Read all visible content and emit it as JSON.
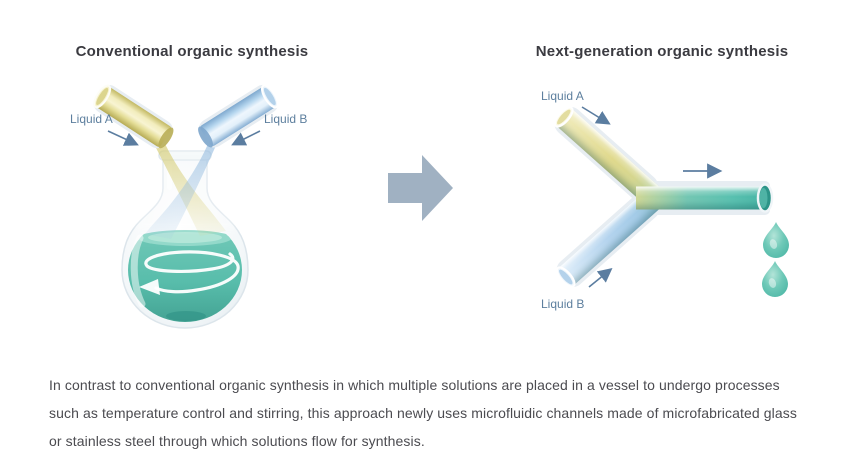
{
  "panels": {
    "left": {
      "title": "Conventional organic synthesis",
      "labels": {
        "liquid_a": "Liquid A",
        "liquid_b": "Liquid B"
      }
    },
    "right": {
      "title": "Next-generation organic synthesis",
      "labels": {
        "liquid_a": "Liquid A",
        "liquid_b": "Liquid B"
      }
    }
  },
  "caption": {
    "lines": [
      "In contrast to conventional organic synthesis in which multiple solutions are placed in a vessel to undergo processes",
      "such as temperature control and stirring, this approach newly uses microfluidic channels made of microfabricated glass",
      "or stainless steel through which solutions flow for synthesis."
    ]
  },
  "icons": {
    "transition": "block-arrow-right-icon",
    "flow": "thin-arrow-icon",
    "stir": "spiral-stir-arrow-icon",
    "drop": "droplet-icon",
    "vessel": "round-bottom-flask-icon"
  },
  "colors": {
    "liquid_a_yellow": "#e6df97",
    "liquid_b_blue": "#aecfec",
    "mixture_teal": "#5bbfae",
    "label_text": "#5d7f9e",
    "thin_arrow": "#5b7da0",
    "transition_arrow": "#a0b1c2",
    "title_text": "#3b3b41",
    "body_text": "#4b4b50",
    "background": "#ffffff"
  }
}
